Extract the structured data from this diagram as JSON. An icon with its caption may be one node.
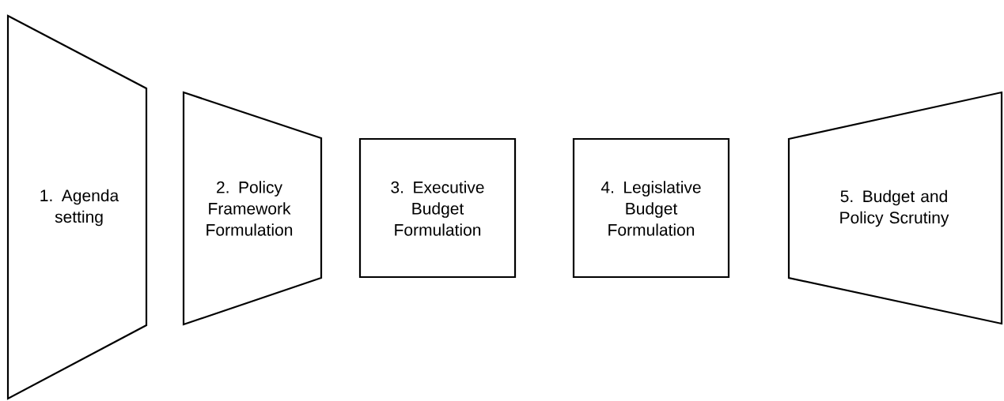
{
  "diagram": {
    "nodes": [
      {
        "text": [
          "1. Agenda setting"
        ]
      },
      {
        "text": [
          "2. Policy Framework Formulation"
        ]
      },
      {
        "text": [
          "3. Executive Budget Formulation"
        ]
      },
      {
        "text": [
          "4. Legislative Budget Formulation"
        ]
      },
      {
        "text": [
          "5. Budget and Policy Scrutiny"
        ]
      }
    ]
  }
}
